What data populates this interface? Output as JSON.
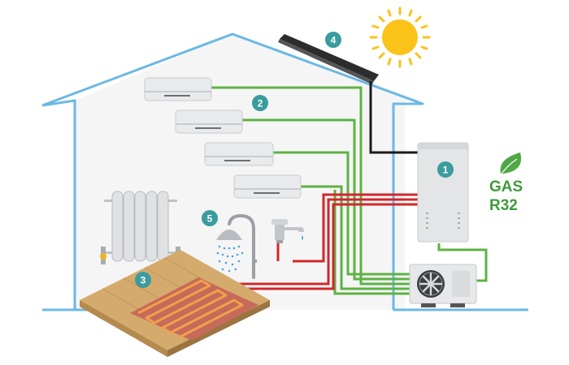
{
  "colors": {
    "house_outline": "#6cb8e4",
    "house_fill": "#f5f5f6",
    "pipe_green": "#5db242",
    "pipe_red": "#d1272c",
    "pipe_black": "#1a1a1a",
    "badge": "#3a9c9e",
    "sun": "#fbc21a",
    "gas_text": "#3f9a3a"
  },
  "badges": {
    "heat_pump_unit": "1",
    "air_conditioners": "2",
    "underfloor_heating": "3",
    "solar_panel": "4",
    "hot_water": "5"
  },
  "gas_label": {
    "line1": "GAS",
    "line2": "R32"
  },
  "icons": {
    "sun": "sun-icon",
    "leaf": "leaf-icon",
    "fan": "fan-icon",
    "shower": "shower-icon",
    "faucet": "faucet-icon",
    "radiator": "radiator-icon"
  }
}
